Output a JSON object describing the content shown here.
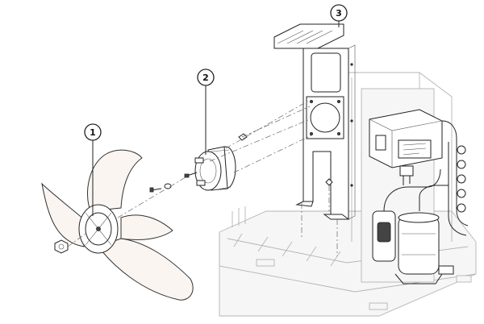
{
  "callouts": [
    {
      "label": "1",
      "part": "fan"
    },
    {
      "label": "2",
      "part": "fan-motor"
    },
    {
      "label": "3",
      "part": "motor-bracket"
    }
  ],
  "colors": {
    "line": "#222222",
    "ghost_line": "#b5b5b5",
    "blade_fill": "#faf5f1",
    "background": "#ffffff"
  },
  "icons": [
    "fan-icon",
    "motor-icon",
    "bracket-icon",
    "nut-icon",
    "washer-icon",
    "screw-icon"
  ]
}
